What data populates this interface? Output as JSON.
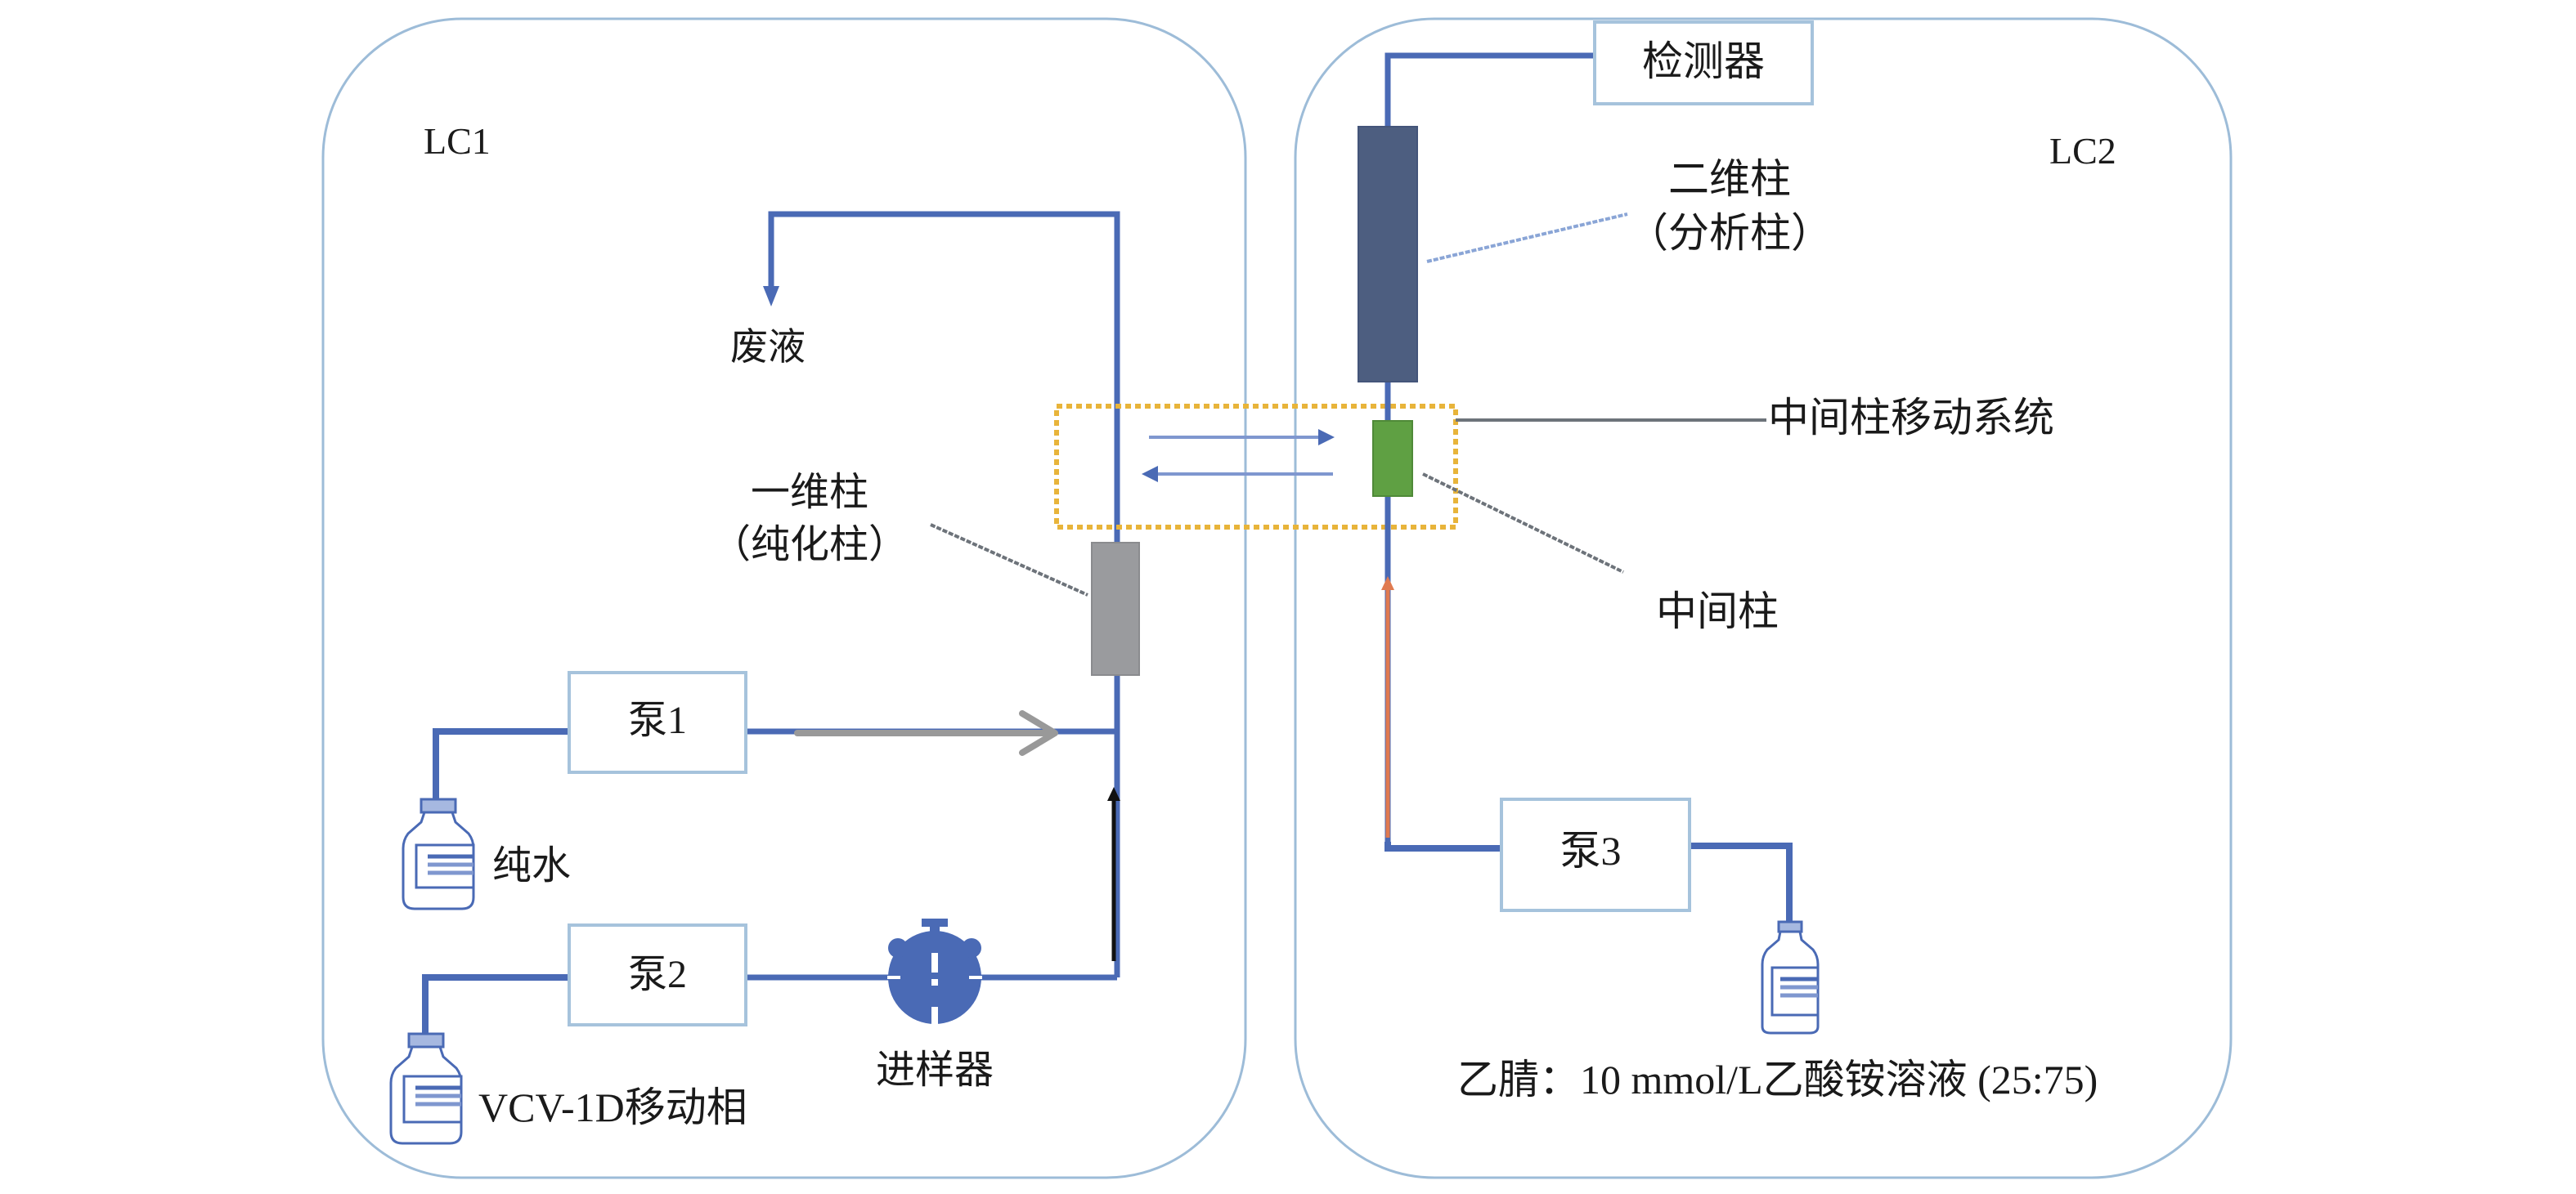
{
  "panels": {
    "lc1": {
      "title": "LC1"
    },
    "lc2": {
      "title": "LC2"
    }
  },
  "components": {
    "waste": "废液",
    "column_1d": {
      "line1": "一维柱",
      "line2": "（纯化柱）"
    },
    "column_2d": {
      "line1": "二维柱",
      "line2": "（分析柱）"
    },
    "detector": "检测器",
    "transfer_system": "中间柱移动系统",
    "trap_column": "中间柱",
    "pump1": "泵1",
    "pump2": "泵2",
    "pump3": "泵3",
    "injector": "进样器",
    "water": "纯水",
    "mobile_phase_1d": "VCV-1D移动相",
    "mobile_phase_2d": "乙腈：10 mmol/L乙酸铵溶液 (25:75)"
  },
  "colors": {
    "panel_border": "#9dbcd8",
    "pipe": "#4a6ab5",
    "column_1d": "#9a9b9e",
    "column_2d": "#4d5e80",
    "trap_column": "#5fa043",
    "transfer_box": "#e8b43a",
    "flow_arrow_gray": "#999999",
    "flow_arrow_orange": "#e07a50",
    "leader_line": "#6d737a",
    "box_border": "#a6c3dc"
  }
}
